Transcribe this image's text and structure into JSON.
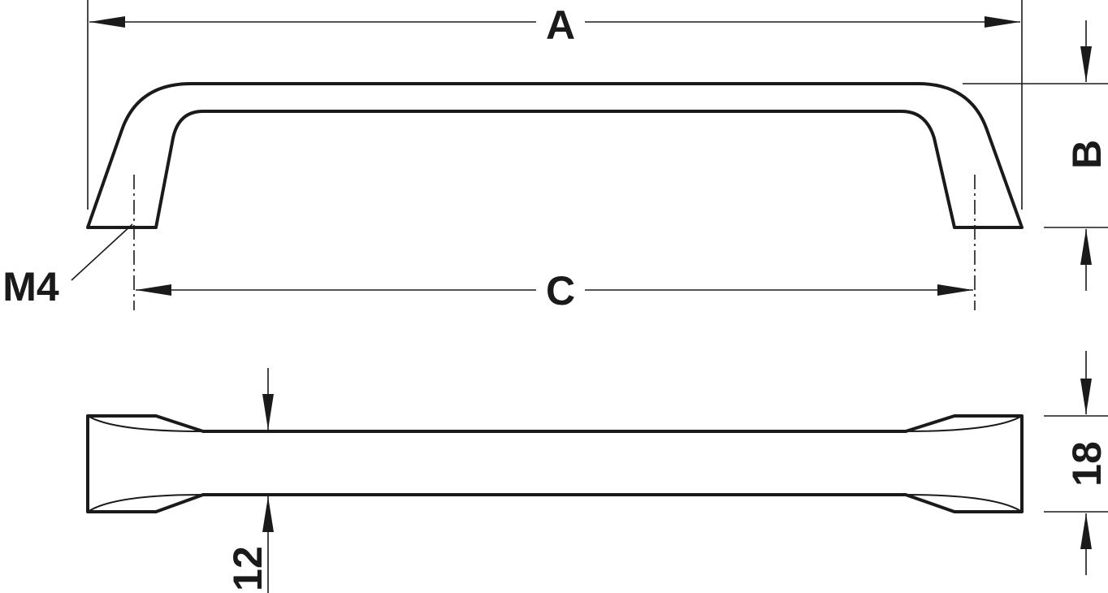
{
  "labels": {
    "A": "A",
    "B": "B",
    "C": "C",
    "M4": "M4",
    "h18": "18",
    "h12": "12"
  }
}
